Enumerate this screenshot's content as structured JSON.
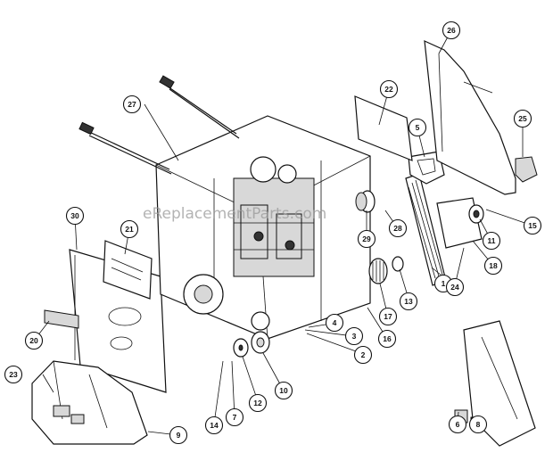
{
  "watermark": "eReplacementParts.com",
  "callouts": [
    {
      "id": "c1",
      "label": "1"
    },
    {
      "id": "c2",
      "label": "2"
    },
    {
      "id": "c3",
      "label": "3"
    },
    {
      "id": "c4",
      "label": "4"
    },
    {
      "id": "c5",
      "label": "5"
    },
    {
      "id": "c6",
      "label": "6"
    },
    {
      "id": "c7",
      "label": "7"
    },
    {
      "id": "c8",
      "label": "8"
    },
    {
      "id": "c9",
      "label": "9"
    },
    {
      "id": "c10",
      "label": "10"
    },
    {
      "id": "c11",
      "label": "11"
    },
    {
      "id": "c12",
      "label": "12"
    },
    {
      "id": "c13",
      "label": "13"
    },
    {
      "id": "c14",
      "label": "14"
    },
    {
      "id": "c15",
      "label": "15"
    },
    {
      "id": "c16",
      "label": "16"
    },
    {
      "id": "c17",
      "label": "17"
    },
    {
      "id": "c18",
      "label": "18"
    },
    {
      "id": "c20",
      "label": "20"
    },
    {
      "id": "c21",
      "label": "21"
    },
    {
      "id": "c22",
      "label": "22"
    },
    {
      "id": "c23",
      "label": "23"
    },
    {
      "id": "c24",
      "label": "24"
    },
    {
      "id": "c25",
      "label": "25"
    },
    {
      "id": "c26",
      "label": "26"
    },
    {
      "id": "c27",
      "label": "27"
    },
    {
      "id": "c28",
      "label": "28"
    },
    {
      "id": "c29",
      "label": "29"
    },
    {
      "id": "c30",
      "label": "30"
    }
  ]
}
